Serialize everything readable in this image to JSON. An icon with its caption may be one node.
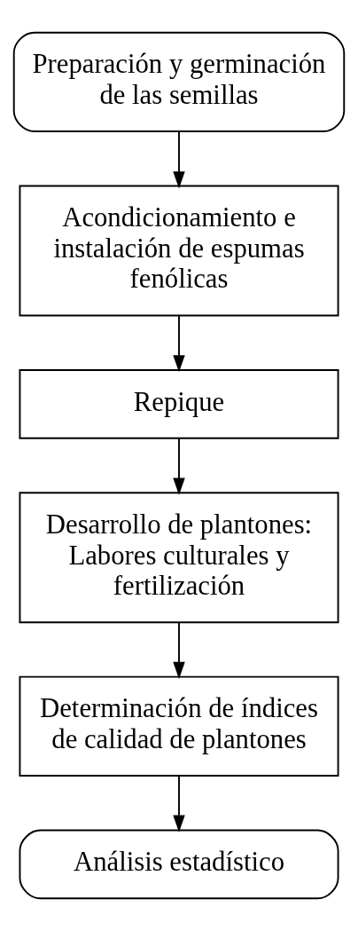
{
  "diagram": {
    "nodes": [
      {
        "text": [
          "Preparación y germinación de las semillas"
        ]
      },
      {
        "text": [
          "Acondicionamiento e instalación de espumas fenólicas"
        ]
      },
      {
        "text": [
          "Repique"
        ]
      },
      {
        "text": [
          "Desarrollo de plantones: Labores culturales y fertilización"
        ]
      },
      {
        "text": [
          "Determinación de índices de calidad de plantones"
        ]
      },
      {
        "text": [
          "Análisis estadístico"
        ]
      }
    ],
    "edges": [
      {
        "from": 0,
        "to": 1,
        "arrow": "to"
      },
      {
        "from": 1,
        "to": 2,
        "arrow": "to"
      },
      {
        "from": 2,
        "to": 3,
        "arrow": "to"
      },
      {
        "from": 3,
        "to": 4,
        "arrow": "to"
      },
      {
        "from": 4,
        "to": 5,
        "arrow": "to"
      }
    ]
  }
}
